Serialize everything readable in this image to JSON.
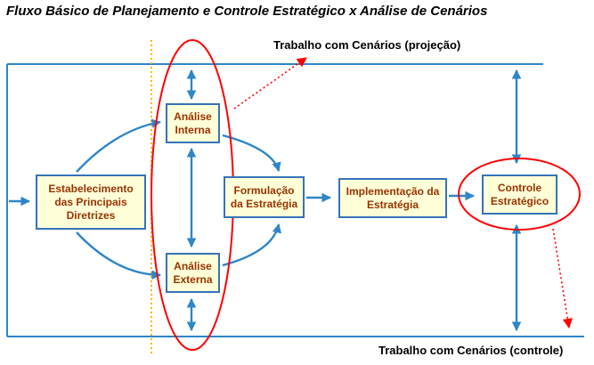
{
  "title": "Fluxo Básico de Planejamento e Controle Estratégico x Análise de Cenários",
  "annotations": {
    "top": "Trabalho com Cenários (projeção)",
    "bottom": "Trabalho com Cenários (controle)"
  },
  "nodes": {
    "diretrizes": {
      "label": "Estabelecimento das Principais Diretrizes"
    },
    "analise_interna": {
      "label": "Análise Interna"
    },
    "analise_externa": {
      "label": "Análise Externa"
    },
    "formulacao": {
      "label": "Formulação da Estratégia"
    },
    "implementacao": {
      "label": "Implementação da Estratégia"
    },
    "controle": {
      "label": "Controle Estratégico"
    }
  },
  "colors": {
    "arrow_blue": "#2E86C8",
    "box_border_blue": "#3573B9",
    "box_fill_yellow": "#FFFFD8",
    "box_text_brown": "#993300",
    "highlight_red": "#FF0000",
    "dotted_orange": "#FFB400",
    "text_black": "#000000"
  }
}
